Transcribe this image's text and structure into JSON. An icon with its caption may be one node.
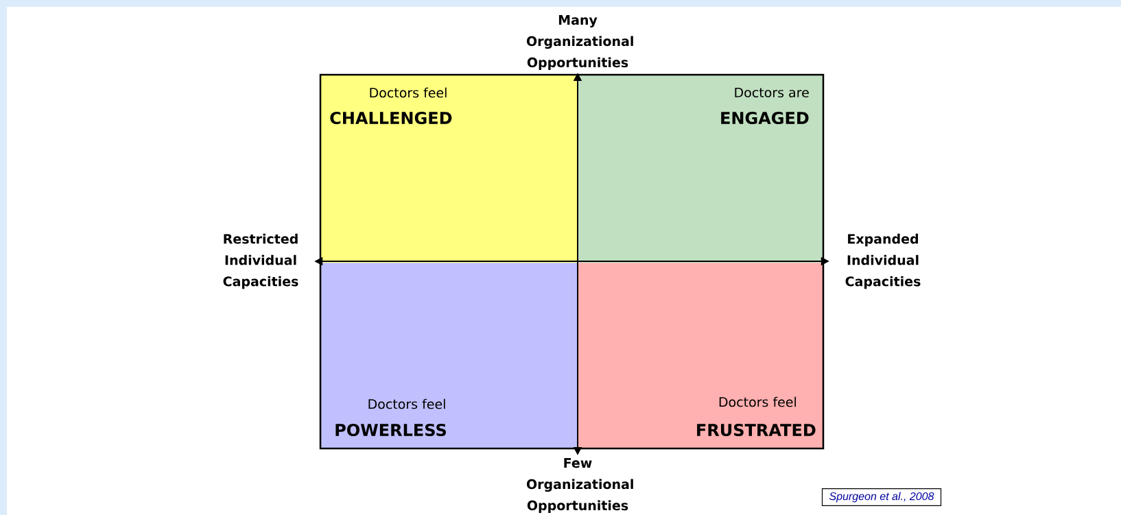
{
  "diagram": {
    "nodes": [
      {
        "text": [
          "Many Organizational Opportunities"
        ]
      },
      {
        "text": [
          "Doctors feel",
          "CHALLENGED"
        ]
      },
      {
        "text": [
          "Doctors are",
          "ENGAGED"
        ]
      },
      {
        "text": [
          "Restricted Individual Capacities"
        ]
      },
      {
        "text": [
          "Expanded Individual Capacities"
        ]
      },
      {
        "text": [
          "Doctors feel",
          "POWERLESS"
        ]
      },
      {
        "text": [
          "Doctors feel",
          "FRUSTRATED"
        ]
      },
      {
        "text": [
          "Few Organizational Opportunities"
        ]
      },
      {
        "text": [
          "Spurgeon et al., 2008"
        ]
      }
    ],
    "edges": [
      {
        "from": 7,
        "to": 0,
        "arrow": "both"
      },
      {
        "from": 3,
        "to": 4,
        "arrow": "both"
      }
    ]
  }
}
